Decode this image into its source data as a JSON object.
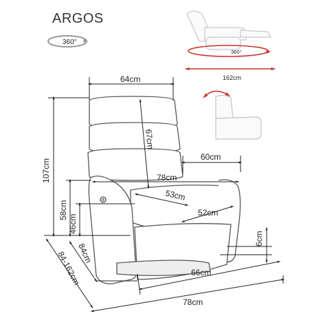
{
  "header": {
    "title": "ARGOS",
    "rotation_label": "360°"
  },
  "thumbnail": {
    "rotation_label": "360°",
    "swivel_width": "162cm"
  },
  "dimensions": {
    "back_width": "64cm",
    "back_height": "67cm",
    "footrest_depth": "60cm",
    "seat_width_outer": "78cm",
    "seat_depth": "53cm",
    "seat_inner_depth": "52cm",
    "total_height": "107cm",
    "arm_height": "58cm",
    "seat_height": "46cm",
    "front_depth": "84cm",
    "depth_range": "84-162cm",
    "leg_height": "6cm",
    "base_width": "66cm",
    "total_width": "78cm"
  },
  "colors": {
    "accent_red": "#c8352e",
    "line": "#222222",
    "sketch": "#555555"
  }
}
